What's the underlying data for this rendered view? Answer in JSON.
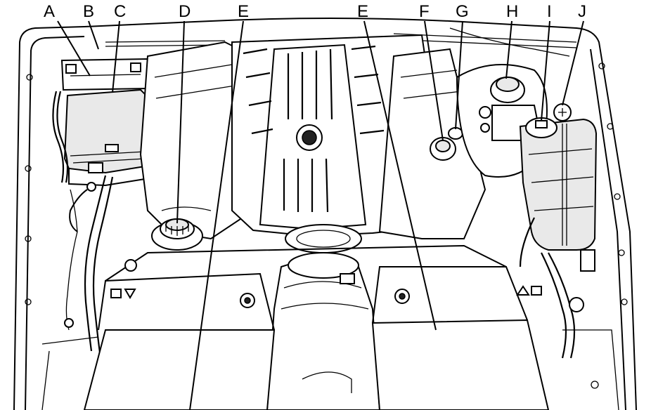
{
  "callouts": [
    {
      "id": "A",
      "label": "A"
    },
    {
      "id": "B",
      "label": "B"
    },
    {
      "id": "C",
      "label": "C"
    },
    {
      "id": "D",
      "label": "D"
    },
    {
      "id": "E1",
      "label": "E"
    },
    {
      "id": "E2",
      "label": "E"
    },
    {
      "id": "F",
      "label": "F"
    },
    {
      "id": "G",
      "label": "G"
    },
    {
      "id": "H",
      "label": "H"
    },
    {
      "id": "I",
      "label": "I"
    },
    {
      "id": "J",
      "label": "J"
    }
  ],
  "colors": {
    "line": "#000000",
    "background": "#ffffff",
    "shade": "#e9e9e9"
  }
}
